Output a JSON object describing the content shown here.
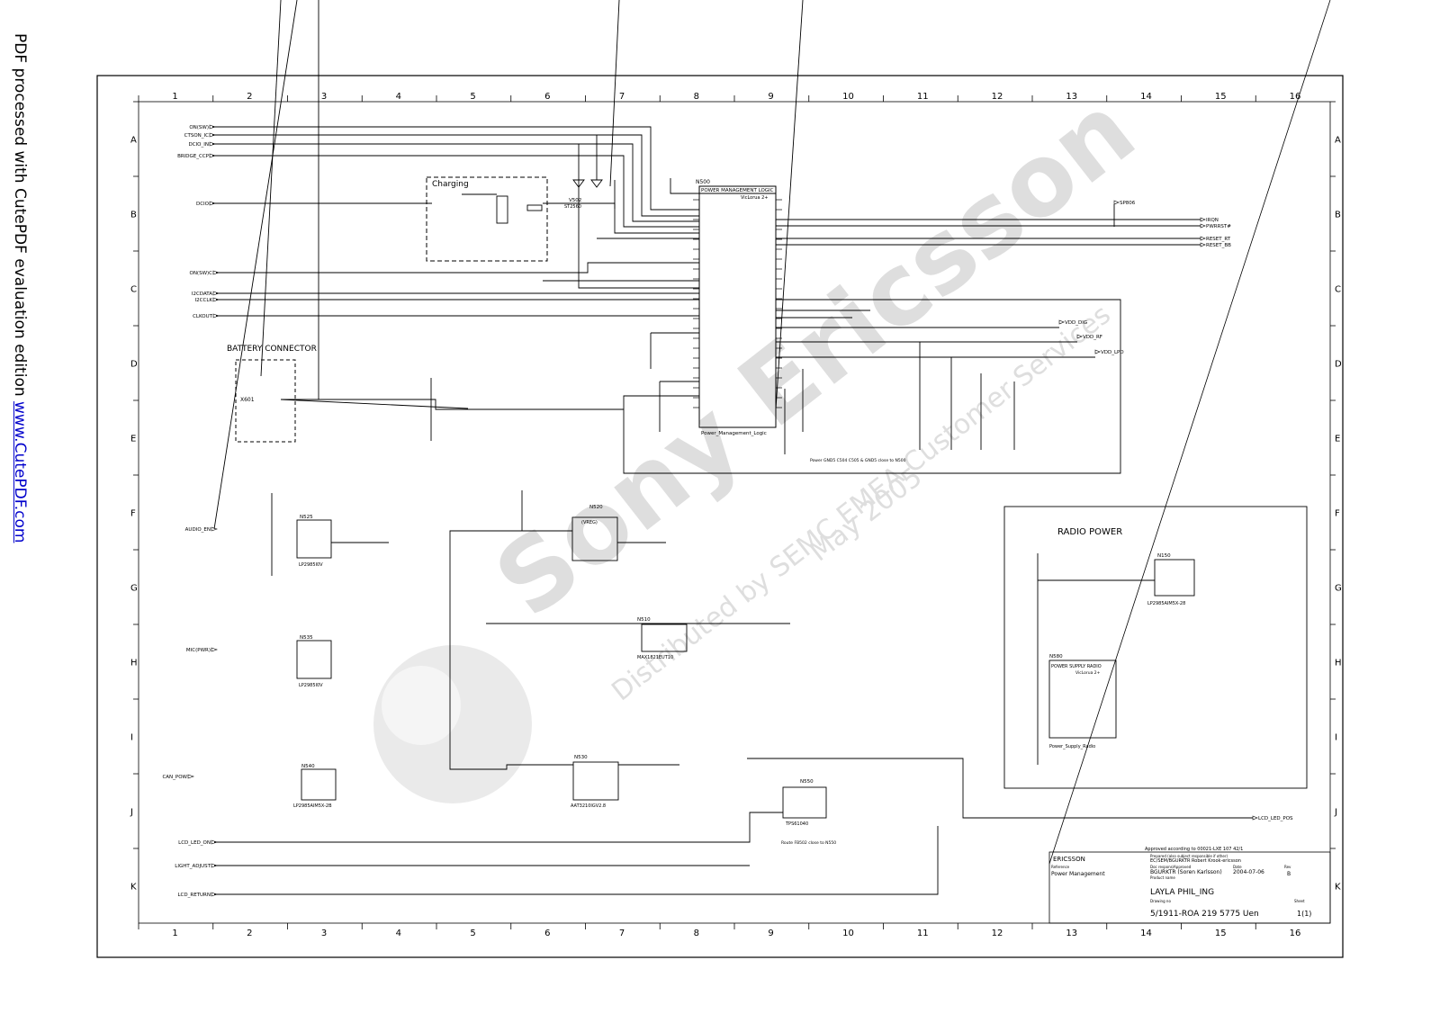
{
  "side_banner": {
    "text": "PDF processed with CutePDF evaluation edition ",
    "link": "www.CutePDF.com"
  },
  "grid": {
    "columns": [
      "1",
      "2",
      "3",
      "4",
      "5",
      "6",
      "7",
      "8",
      "9",
      "10",
      "11",
      "12",
      "13",
      "14",
      "15",
      "16"
    ],
    "rows": [
      "A",
      "B",
      "C",
      "D",
      "E",
      "F",
      "G",
      "H",
      "I",
      "J",
      "K"
    ]
  },
  "sections": {
    "charging": "Charging",
    "battery_connector": "BATTERY CONNECTOR",
    "radio_power": "RADIO POWER"
  },
  "components": {
    "n500_title": "POWER MANAGEMENT LOGIC",
    "n500_sub": "VicLorua 2+",
    "n500_ref": "N500",
    "n500_footer": "Power_Management_Logic",
    "n525": "N525",
    "n525_part": "LP2985I0V",
    "n535": "N535",
    "n535_part": "LP2985I0V",
    "n520": "N520",
    "n520_part": "(VREG)",
    "n510": "N510",
    "n510_part": "MAX1821EUT10",
    "n530": "N530",
    "n530_part": "AAT3210IGV2.8",
    "n540": "N540",
    "n540_part": "LP2985AIM5X-2B",
    "n550": "N550",
    "n550_part": "TPS61040",
    "n150": "N150",
    "n150_part": "LP2985AIM5X-28",
    "n580": "N580",
    "n580_title": "POWER SUPPLY RADIO",
    "n580_sub": "VicLorua 2+",
    "n580_footer": "Power_Supply_Radio",
    "v502": "V502",
    "v502_part": "ST2560",
    "x601": "X601",
    "power_note": "Power GND5 C504 C505 & GND5 close to N500",
    "boost_note": "Route FB502 close to N550"
  },
  "nets": {
    "left": [
      "ON(SW)",
      "CTSON_IC",
      "DCIO_IN",
      "BRIDGE_CCP",
      "DCIO",
      "ON(SW)C",
      "I2CDATA",
      "I2CCLK",
      "CLKOUT",
      "AUDIO_EN",
      "MIC(PWR)",
      "CAN_POW",
      "LCD_LED_ON",
      "LIGHT_ADJUST",
      "LCD_RETURN"
    ],
    "right": [
      "IRQN",
      "PWRRST#",
      "RESET_RT",
      "RESET_BB",
      "SP806",
      "LCD_LED_POS",
      "VDD_DIG",
      "VDD_RF",
      "VDD_LPD"
    ]
  },
  "title_block": {
    "company": "ERICSSON",
    "approved": "Approved according to 00021-LXE 107 42/1",
    "prepared_label": "Prepared (also subject responsible if other)",
    "prepared": "EC/SEM/BGURKTR Robert Krook-ericsson",
    "reference_label": "Reference",
    "reference": "Power Management",
    "doc_resp_label": "Doc respons/Approved",
    "doc_resp": "BGURKTR (Soren Karlsson)",
    "date_label": "Date",
    "date": "2004-07-06",
    "rev_label": "Rev",
    "rev": "B",
    "product_label": "Product name",
    "product": "LAYLA PHIL_ING",
    "drawing_label": "Drawing no",
    "drawing": "5/1911-ROA 219 5775 Uen",
    "sheet_label": "Sheet",
    "sheet": "1(1)"
  },
  "watermark": {
    "brand": "Sony Ericsson",
    "line1": "Distributed by SEMC EMEA Customer Services",
    "line2": "May 2005"
  },
  "colors": {
    "ink": "#000000",
    "link": "#0000cc",
    "watermark": "#b4b4b4"
  }
}
